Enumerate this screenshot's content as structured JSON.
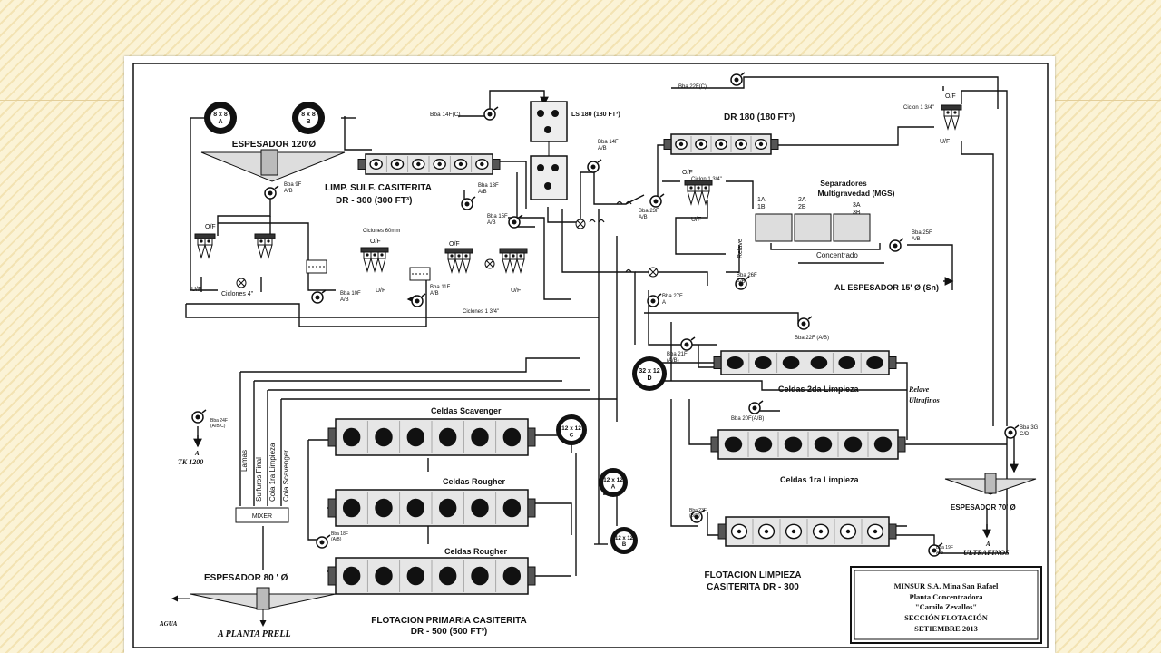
{
  "labels": {
    "espesador120": "ESPESADOR 120'Ø",
    "thick_left_a": "8 x 8\nA",
    "thick_left_b": "8 x 8\nB",
    "bba14f": "Bba 14F(C)",
    "ls180": "LS 180 (180 FT³)",
    "bba14f_ab": "Bba 14F\nA/B",
    "bba22f_c": "Bba 22F(C)",
    "dr180": "DR 180 (180 FT³)",
    "ciclon_top": "Ciclon 1 3/4\"",
    "of_top": "O/F",
    "uf_top": "U/F",
    "bba9f": "Bba 9F\nA/B",
    "limp_sulf1": "LIMP. SULF. CASITERITA",
    "limp_sulf2": "DR - 300 (300 FT³)",
    "bba13f": "Bba 13F\nA/B",
    "bba15f": "Bba 15F\nA/B",
    "bba23f": "Bba 23F\nA/B",
    "ciclon_mid": "Ciclon 1 3/4\"",
    "of_mid": "O/F",
    "uf_mid": "U/F",
    "separadores1": "Separadores",
    "separadores2": "Multigravedad (MGS)",
    "mgs_1a": "1A\n1B",
    "mgs_2a": "2A\n2B",
    "mgs_3a": "3A\n3B",
    "relave_mgs": "Relave",
    "concentrado": "Concentrado",
    "bba25f": "Bba 25F\nA/B",
    "bba26f": "Bba 26F\nA/B",
    "al_espesador15": "AL ESPESADOR 15' Ø (Sn)",
    "of_left": "O/F",
    "uf_left": "U/F",
    "ciclones4": "Ciclones 4\"",
    "ciclones60": "Ciclones 60mm",
    "of_c60": "O/F",
    "uf_c60": "U/F",
    "bba10f": "Bba 10F\nA/B",
    "bba11f": "Bba 11F\nA/B",
    "of_c134": "O/F",
    "uf_c134": "U/F",
    "ciclones134": "Ciclones 1 3/4\"",
    "bba27f": "Bba 27F\nA",
    "bba22f_ab": "Bba 22F (A/B)",
    "bba21f": "Bba 21F\n(A/B)",
    "cond_32x12": "32 x 12\nD",
    "celdas2da": "Celdas 2da Limpieza",
    "relave_ultra1": "Relave",
    "relave_ultra2": "Ultrafinos",
    "bba20f": "Bba 20F(A/B)",
    "bba24f": "Bba 24F\n(A/B/C)",
    "tk1200_a": "A",
    "tk1200": "TK 1200",
    "lamas": "Lamas",
    "sulfuros": "Sulfuros Final",
    "cola1ra": "Cola 1ra Limpieza",
    "colascav": "Cola Scavenger",
    "mixer": "MIXER",
    "celdas_scav": "Celdas Scavenger",
    "celdas_rough1": "Celdas Rougher",
    "celdas_rough2": "Celdas Rougher",
    "cond_12x12_top": "12 x 12\nC",
    "cond_12x12_a": "12 x 12\nA",
    "cond_12x12_b": "12 x 12\nB",
    "bba18f": "Bba 18F\n(A/B)",
    "celdas1ra": "Celdas 1ra Limpieza",
    "bba3g": "Bba 3G\nC/D",
    "espesador70": "ESPESADOR 70' Ø",
    "ultrafinos_a": "A",
    "ultrafinos": "ULTRAFINOS",
    "bba23fc": "Bba 23F\n(B/C)",
    "bba19f": "Bba 19F\nA/B",
    "espesador80": "ESPESADOR 80 ' Ø",
    "agua": "AGUA",
    "planta_prell": "A PLANTA PRELL",
    "flot_prim1": "FLOTACION PRIMARIA CASITERITA",
    "flot_prim2": "DR - 500 (500 FT³)",
    "flot_limp1": "FLOTACION LIMPIEZA",
    "flot_limp2": "CASITERITA  DR - 300"
  },
  "title_block": {
    "line1": "MINSUR S.A. Mina San Rafael",
    "line2": "Planta Concentradora",
    "line3": "\"Camilo Zevallos\"",
    "line4": "SECCIÓN FLOTACIÓN",
    "line5": "SETIEMBRE 2013"
  }
}
